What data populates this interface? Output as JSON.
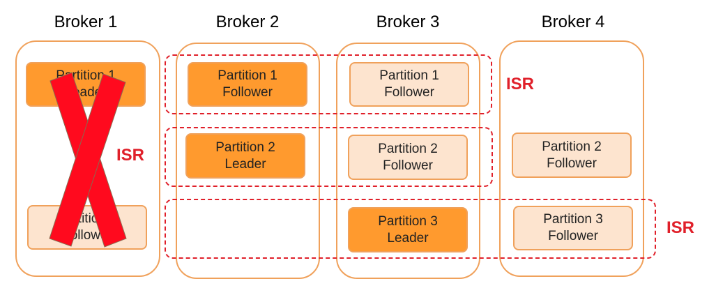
{
  "brokers": [
    {
      "title": "Broker 1"
    },
    {
      "title": "Broker 2"
    },
    {
      "title": "Broker 3"
    },
    {
      "title": "Broker 4"
    }
  ],
  "partitions": {
    "b1_p1": {
      "name": "Partition 1",
      "role": "Leader"
    },
    "b1_p3": {
      "name": "Partition 3",
      "role": "Follower"
    },
    "b2_p1": {
      "name": "Partition 1",
      "role": "Follower"
    },
    "b2_p2": {
      "name": "Partition 2",
      "role": "Leader"
    },
    "b3_p1": {
      "name": "Partition 1",
      "role": "Follower"
    },
    "b3_p2": {
      "name": "Partition 2",
      "role": "Follower"
    },
    "b3_p3": {
      "name": "Partition 3",
      "role": "Leader"
    },
    "b4_p2": {
      "name": "Partition 2",
      "role": "Follower"
    },
    "b4_p3": {
      "name": "Partition 3",
      "role": "Follower"
    }
  },
  "isr": {
    "label_1": "ISR",
    "label_2": "ISR",
    "label_3": "ISR"
  },
  "colors": {
    "leader_fill": "#FF9A2E",
    "follower_fill": "#FDE4CF",
    "outline": "#F0A15B",
    "isr": "#E0202A",
    "cross": "#FF0A1E"
  }
}
